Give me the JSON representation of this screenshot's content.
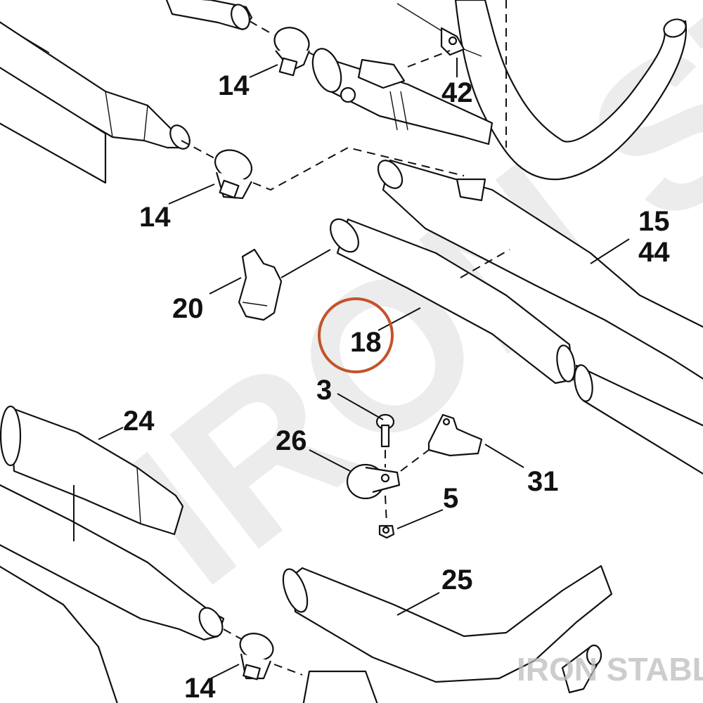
{
  "watermark": {
    "background_text": "IRON STABLE",
    "corner_text": "IRON STABLE"
  },
  "highlight": {
    "part": "18",
    "color": "#c4522a"
  },
  "callouts": {
    "p14_top": "14",
    "p42": "42",
    "p14_mid": "14",
    "p15": "15",
    "p44": "44",
    "p20": "20",
    "p18": "18",
    "p3": "3",
    "p24": "24",
    "p26": "26",
    "p31": "31",
    "p5": "5",
    "p25": "25",
    "p14_bottom": "14"
  }
}
